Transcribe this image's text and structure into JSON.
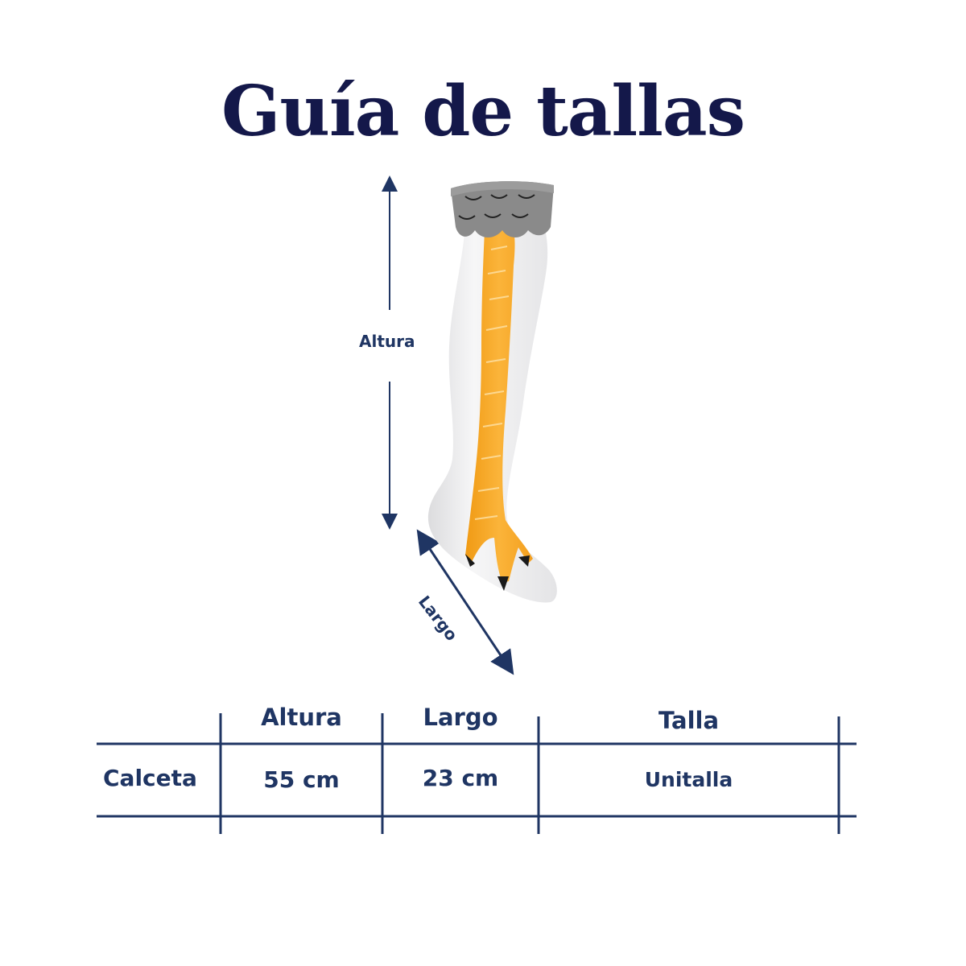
{
  "title": "Guía de tallas",
  "diagram": {
    "height_label": "Altura",
    "length_label": "Largo"
  },
  "table": {
    "headers": [
      "Altura",
      "Largo",
      "Talla"
    ],
    "row": {
      "label": "Calceta",
      "values": [
        "55 cm",
        "23 cm",
        "Unitalla"
      ]
    }
  },
  "colors": {
    "title": "#14184a",
    "text": "#1f3563",
    "line": "#1f3563",
    "cuff": "#8a8a8a",
    "sock": "#eeeeef",
    "leg": "#f7a82a",
    "claw": "#1a1a1a"
  }
}
